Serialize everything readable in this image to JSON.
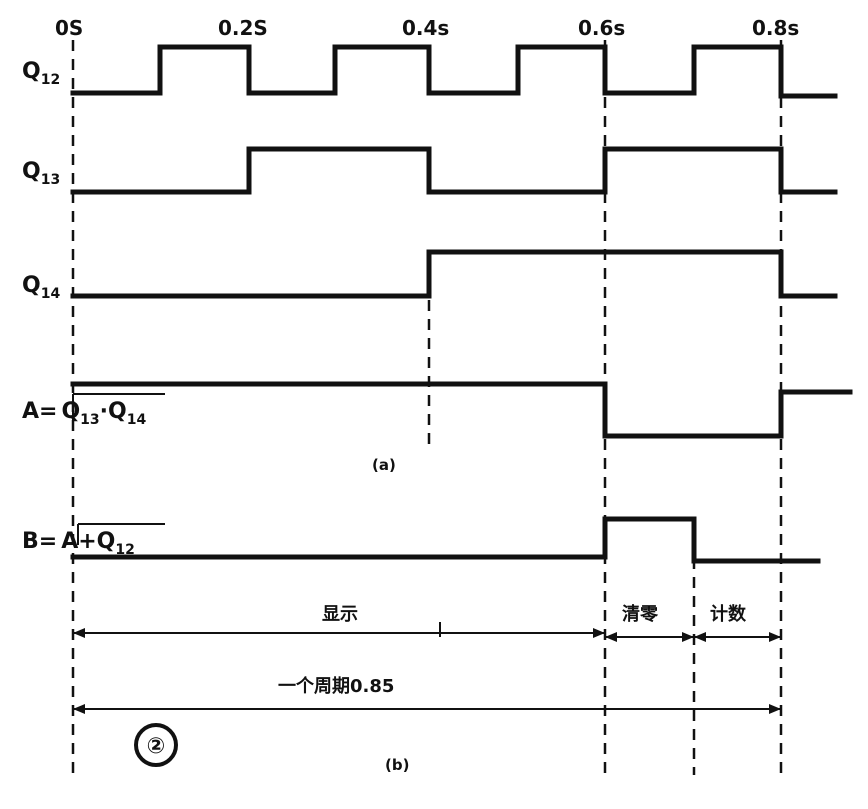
{
  "time_labels": [
    "0S",
    "0.2S",
    "0.4s",
    "0.6s",
    "0.8s"
  ],
  "signals": {
    "q12": {
      "name": "Q",
      "sub": "12"
    },
    "q13": {
      "name": "Q",
      "sub": "13"
    },
    "q14": {
      "name": "Q",
      "sub": "14"
    },
    "a": {
      "prefix": "A=",
      "expr_parts": [
        {
          "t": "Q",
          "s": "13"
        },
        {
          "t": "·Q",
          "s": "14"
        }
      ]
    },
    "b": {
      "prefix": "B=",
      "expr_parts": [
        {
          "t": "A+Q",
          "s": "12"
        }
      ]
    }
  },
  "captions": {
    "part_a": "(a)",
    "part_b": "(b)",
    "figure_number": "②"
  },
  "intervals": {
    "display": "显示",
    "clear": "清零",
    "count": "计数"
  },
  "period_label": "一个周期0.85"
}
